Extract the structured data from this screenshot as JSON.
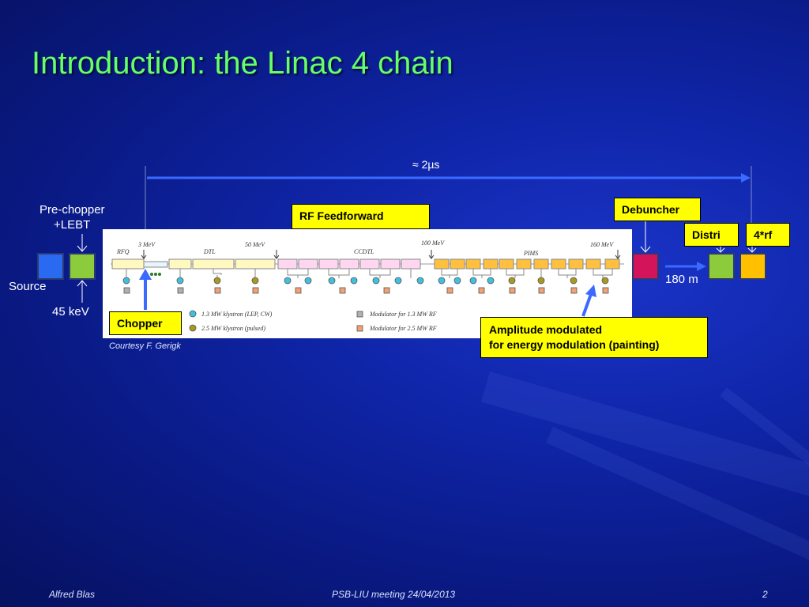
{
  "slide": {
    "title": "Introduction:  the Linac 4 chain",
    "footer": {
      "author": "Alfred Blas",
      "meeting": "PSB-LIU meeting  24/04/2013",
      "page": "2"
    }
  },
  "chain": {
    "duration_label": "≈ 2µs",
    "prechopper_line1": "Pre-chopper",
    "prechopper_line2": "+LEBT",
    "source_label": "Source",
    "energy_label": "45 keV",
    "length_label": "180 m",
    "rf_feedforward": "RF Feedforward",
    "debuncher": "Debuncher",
    "distri": "Distri",
    "four_rf": "4*rf",
    "chopper": "Chopper",
    "amplitude_line1": "Amplitude modulated",
    "amplitude_line2": "for energy modulation (painting)",
    "courtesy": "Courtesy F. Gerigk",
    "colors": {
      "source": "#2a6af0",
      "prechopper": "#8ccc3c",
      "debuncher": "#d4145a",
      "distri": "#8ccc3c",
      "four_rf": "#ffc000",
      "arrow": "#3a6aff",
      "title": "#66ff66"
    }
  },
  "linac_figure": {
    "sections": [
      "RFQ",
      "DTL",
      "CCDTL",
      "PIMS"
    ],
    "energies": [
      "3 MeV",
      "50 MeV",
      "100 MeV",
      "160 MeV"
    ],
    "legend": [
      "1.3 MW klystron (LEP, CW)",
      "2.5 MW klystron (pulsed)",
      "Modulator for 1.3 MW RF",
      "Modulator for 2.5 MW RF"
    ]
  }
}
